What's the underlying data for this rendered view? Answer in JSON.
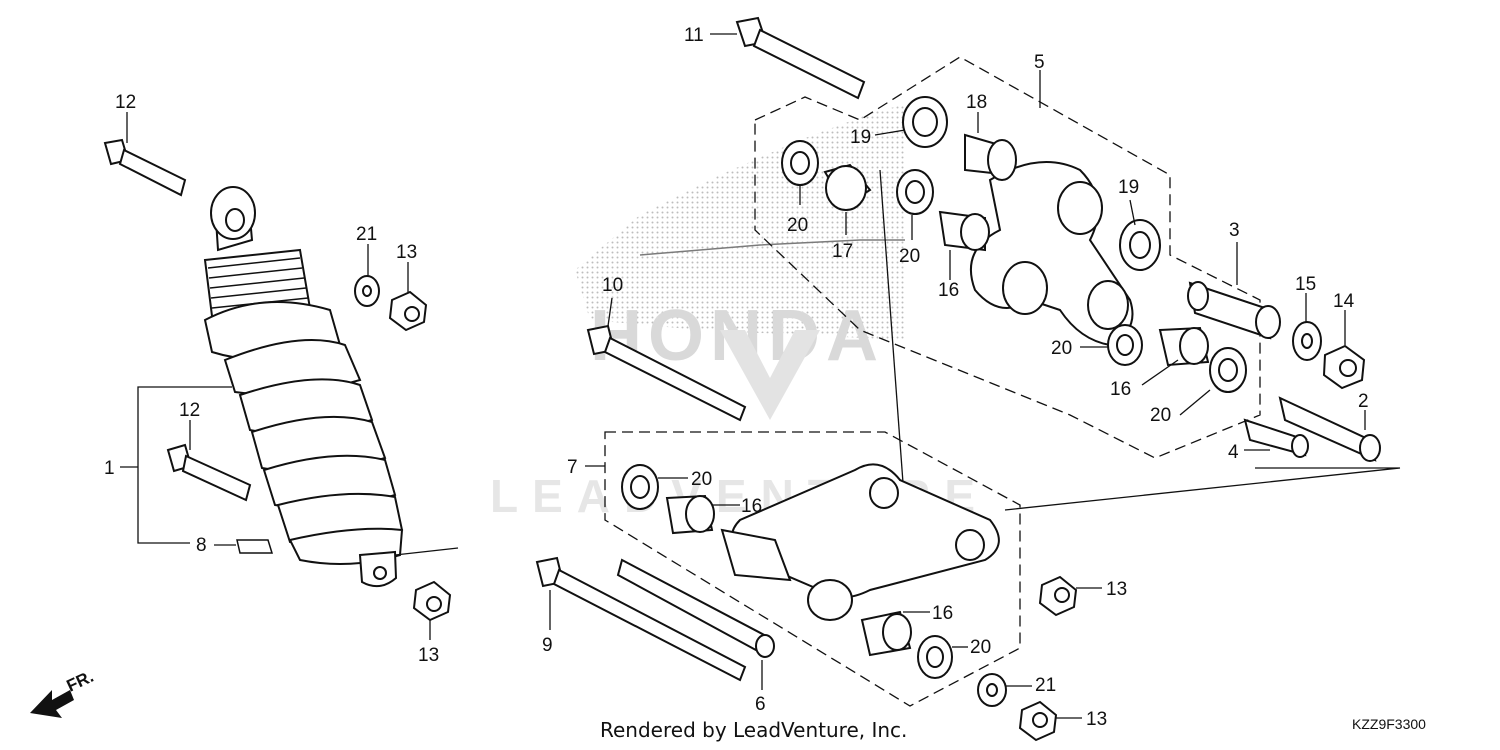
{
  "diagram": {
    "watermark_brand": "HONDA",
    "watermark_company": "LEADVENTURE",
    "front_indicator": "FR.",
    "footer_text": "Rendered by LeadVenture, Inc.",
    "diagram_code": "KZZ9F3300",
    "callouts": [
      {
        "id": "c1",
        "text": "1"
      },
      {
        "id": "c2",
        "text": "2"
      },
      {
        "id": "c3",
        "text": "3"
      },
      {
        "id": "c4",
        "text": "4"
      },
      {
        "id": "c5",
        "text": "5"
      },
      {
        "id": "c6",
        "text": "6"
      },
      {
        "id": "c7",
        "text": "7"
      },
      {
        "id": "c8",
        "text": "8"
      },
      {
        "id": "c9",
        "text": "9"
      },
      {
        "id": "c10",
        "text": "10"
      },
      {
        "id": "c11",
        "text": "11"
      },
      {
        "id": "c12a",
        "text": "12"
      },
      {
        "id": "c12b",
        "text": "12"
      },
      {
        "id": "c13a",
        "text": "13"
      },
      {
        "id": "c13b",
        "text": "13"
      },
      {
        "id": "c13c",
        "text": "13"
      },
      {
        "id": "c13d",
        "text": "13"
      },
      {
        "id": "c14",
        "text": "14"
      },
      {
        "id": "c15",
        "text": "15"
      },
      {
        "id": "c16a",
        "text": "16"
      },
      {
        "id": "c16b",
        "text": "16"
      },
      {
        "id": "c16c",
        "text": "16"
      },
      {
        "id": "c16d",
        "text": "16"
      },
      {
        "id": "c17",
        "text": "17"
      },
      {
        "id": "c18",
        "text": "18"
      },
      {
        "id": "c19a",
        "text": "19"
      },
      {
        "id": "c19b",
        "text": "19"
      },
      {
        "id": "c20a",
        "text": "20"
      },
      {
        "id": "c20b",
        "text": "20"
      },
      {
        "id": "c20c",
        "text": "20"
      },
      {
        "id": "c20d",
        "text": "20"
      },
      {
        "id": "c20e",
        "text": "20"
      },
      {
        "id": "c20f",
        "text": "20"
      },
      {
        "id": "c21a",
        "text": "21"
      },
      {
        "id": "c21b",
        "text": "21"
      }
    ]
  }
}
